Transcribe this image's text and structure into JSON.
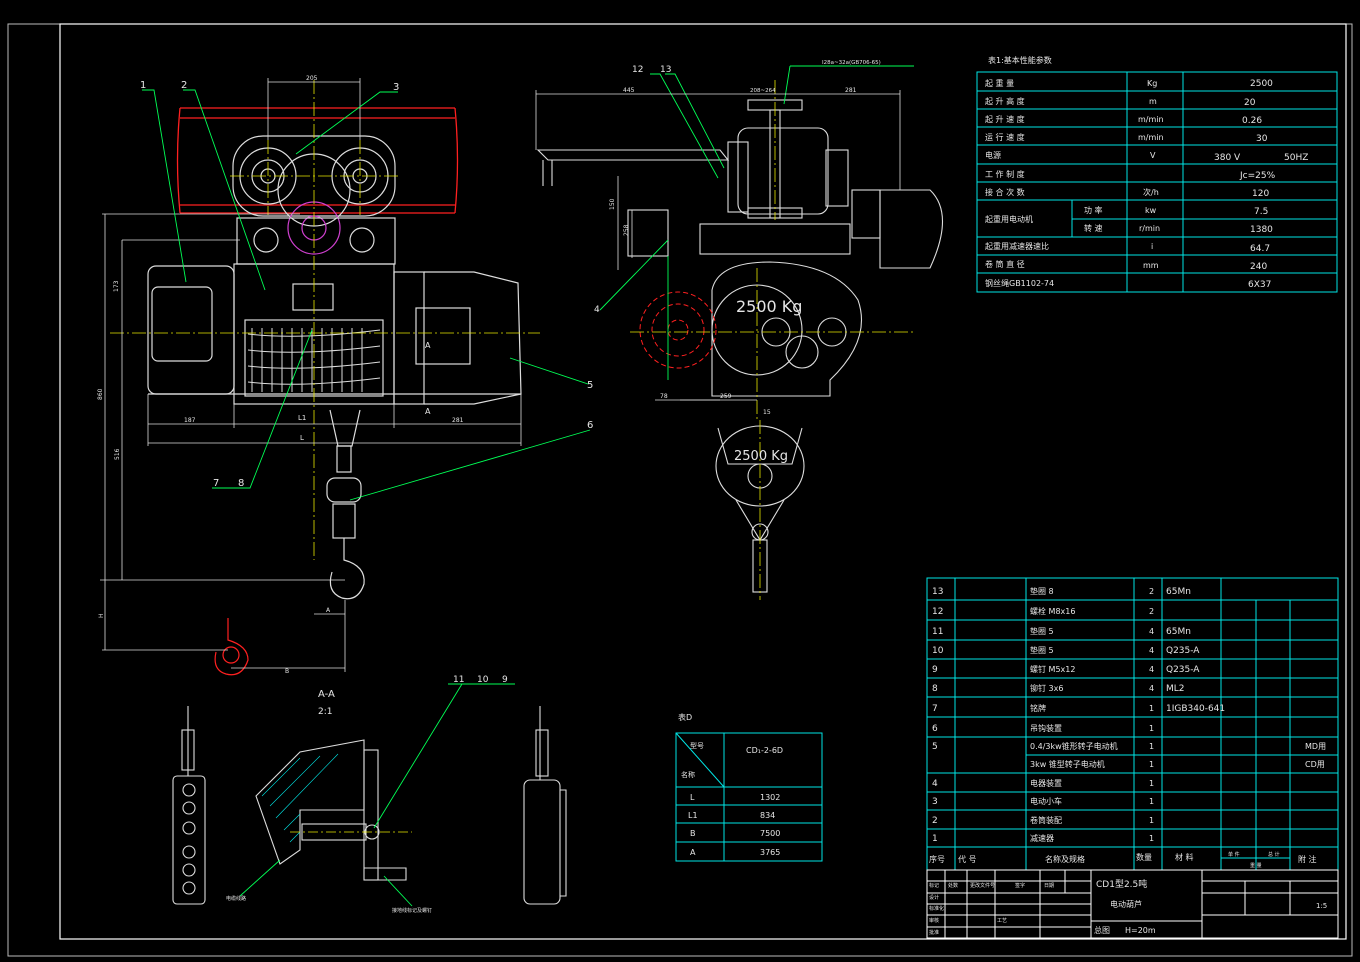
{
  "colors": {
    "background": "#000000",
    "frame": "#ffffff",
    "table": "#00e5e5",
    "leader": "#00ff55",
    "rail": "#ff2020",
    "center": "#e6e600",
    "parts": "#ffffff"
  },
  "front_view": {
    "callouts": [
      "1",
      "2",
      "3",
      "5",
      "6",
      "7",
      "8"
    ],
    "dims": {
      "d205": "205",
      "d173": "173",
      "d860": "860",
      "d516": "516",
      "d187": "187",
      "d281": "281",
      "L": "L",
      "L1": "L1",
      "H": "H",
      "B": "B",
      "A": "A",
      "A1": "A"
    }
  },
  "side_view": {
    "callouts": [
      "12",
      "13",
      "4"
    ],
    "dims": {
      "d445": "445",
      "d208": "208~264",
      "d281": "281",
      "d150": "150",
      "d258": "258",
      "d78": "78",
      "d259": "259",
      "d15": "15",
      "rail_note": "I28a~32a(GB706-65)"
    },
    "load_big": "2500 Kg",
    "load_small": "2500 Kg"
  },
  "section": {
    "title": "A-A",
    "scale": "2:1",
    "callouts": [
      "11",
      "10",
      "9"
    ]
  },
  "table1": {
    "title": "表1:基本性能参数",
    "rows": [
      {
        "name": "起 重 量",
        "unit": "Kg",
        "value": "2500"
      },
      {
        "name": "起 升 高 度",
        "unit": "m",
        "value": "20"
      },
      {
        "name": "起 升 速 度",
        "unit": "m/min",
        "value": "0.26"
      },
      {
        "name": "运 行 速 度",
        "unit": "m/min",
        "value": "30"
      },
      {
        "name": "电源",
        "unit": "V",
        "value": "380 V",
        "value2": "50HZ"
      },
      {
        "name": "工 作 制 度",
        "unit": "",
        "value": "Jc=25%"
      },
      {
        "name": "接 合 次 数",
        "unit": "次/h",
        "value": "120"
      }
    ],
    "motor_label": "起重用电动机",
    "motor_rows": [
      {
        "name": "功 率",
        "unit": "kw",
        "value": "7.5"
      },
      {
        "name": "转 速",
        "unit": "r/min",
        "value": "1380"
      }
    ],
    "tail_rows": [
      {
        "name": "起重用减速器速比",
        "unit": "i",
        "value": "64.7"
      },
      {
        "name": "卷 筒 直 径",
        "unit": "mm",
        "value": "240"
      },
      {
        "name": "钢丝绳GB1102-74",
        "unit": "",
        "value": "6X37"
      }
    ]
  },
  "table_d": {
    "title": "表D",
    "diag_top": "型号",
    "diag_bottom": "名称",
    "model": "CD₁-2-6D",
    "rows": [
      [
        "L",
        "1302"
      ],
      [
        "L1",
        "834"
      ],
      [
        "B",
        "7500"
      ],
      [
        "A",
        "3765"
      ]
    ]
  },
  "bom": {
    "rows": [
      {
        "no": "13",
        "name": "垫圈 8",
        "qty": "2",
        "material": "65Mn",
        "note": ""
      },
      {
        "no": "12",
        "name": "螺栓 M8x16",
        "qty": "2",
        "material": "",
        "note": ""
      },
      {
        "no": "11",
        "name": "垫圈 5",
        "qty": "4",
        "material": "65Mn",
        "note": ""
      },
      {
        "no": "10",
        "name": "垫圈 5",
        "qty": "4",
        "material": "Q235-A",
        "note": ""
      },
      {
        "no": "9",
        "name": "螺钉 M5x12",
        "qty": "4",
        "material": "Q235-A",
        "note": ""
      },
      {
        "no": "8",
        "name": "铆钉 3x6",
        "qty": "4",
        "material": "ML2",
        "note": ""
      },
      {
        "no": "7",
        "name": "铭牌",
        "qty": "1",
        "material": "1IGB340-641",
        "note": ""
      },
      {
        "no": "6",
        "name": "吊钩装置",
        "qty": "1",
        "material": "",
        "note": ""
      },
      {
        "no": "5",
        "name": "0.4/3kw锥形转子电动机",
        "qty": "1",
        "material": "",
        "note": "MD用"
      },
      {
        "no": "",
        "name": "3kw 锥型转子电动机",
        "qty": "1",
        "material": "",
        "note": "CD用"
      },
      {
        "no": "4",
        "name": "电器装置",
        "qty": "1",
        "material": "",
        "note": ""
      },
      {
        "no": "3",
        "name": "电动小车",
        "qty": "1",
        "material": "",
        "note": ""
      },
      {
        "no": "2",
        "name": "卷筒装配",
        "qty": "1",
        "material": "",
        "note": ""
      },
      {
        "no": "1",
        "name": "减速器",
        "qty": "1",
        "material": "",
        "note": ""
      }
    ],
    "header": {
      "no": "序号",
      "code": "代 号",
      "name": "名称及规格",
      "qty": "数量",
      "material": "材 料",
      "unit_w": "单 件",
      "total_w": "总 计",
      "weight": "重 量",
      "note": "附 注"
    }
  },
  "title_block": {
    "line1": "CD1型2.5吨",
    "line2": "电动葫芦",
    "line3": "总图",
    "line4": "H=20m",
    "scale": "1:5",
    "labels": [
      "标记",
      "处数",
      "更改文件号",
      "签字",
      "日期",
      "设计",
      "标准化",
      "审核",
      "工艺",
      "批准"
    ]
  },
  "leader_notes": {
    "left": "电缆线路",
    "right": "接地线标记及螺钉"
  }
}
